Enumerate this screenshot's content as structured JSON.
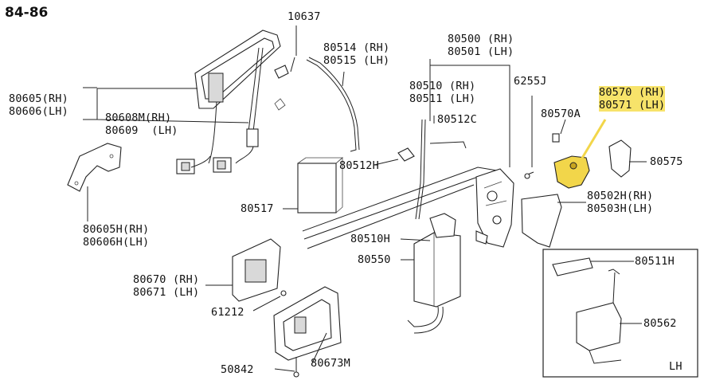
{
  "title": "84-86",
  "highlight_color": "#f7e36a",
  "labels": {
    "p10637": "10637",
    "p80514": "80514 (RH)",
    "p80515": "80515 (LH)",
    "p80500": "80500 (RH)",
    "p80501": "80501 (LH)",
    "p80510": "80510 (RH)",
    "p80511": "80511 (LH)",
    "p6255J": "6255J",
    "p80570": "80570 (RH)",
    "p80571": "80571 (LH)",
    "p80605": "80605(RH)",
    "p80606": "80606(LH)",
    "p80608M": "80608M(RH)",
    "p80609": "80609  (LH)",
    "p80512C": "80512C",
    "p80570A": "80570A",
    "p80575": "80575",
    "p80512H": "80512H",
    "p80502H": "80502H(RH)",
    "p80503H": "80503H(LH)",
    "p80517": "80517",
    "p80605H": "80605H(RH)",
    "p80606H": "80606H(LH)",
    "p80510H": "80510H",
    "p80550": "80550",
    "p80511H": "80511H",
    "p80670": "80670 (RH)",
    "p80671": "80671 (LH)",
    "p80562": "80562",
    "p61212": "61212",
    "p50842": "50842",
    "p80673M": "80673M",
    "inset_label": "LH"
  }
}
